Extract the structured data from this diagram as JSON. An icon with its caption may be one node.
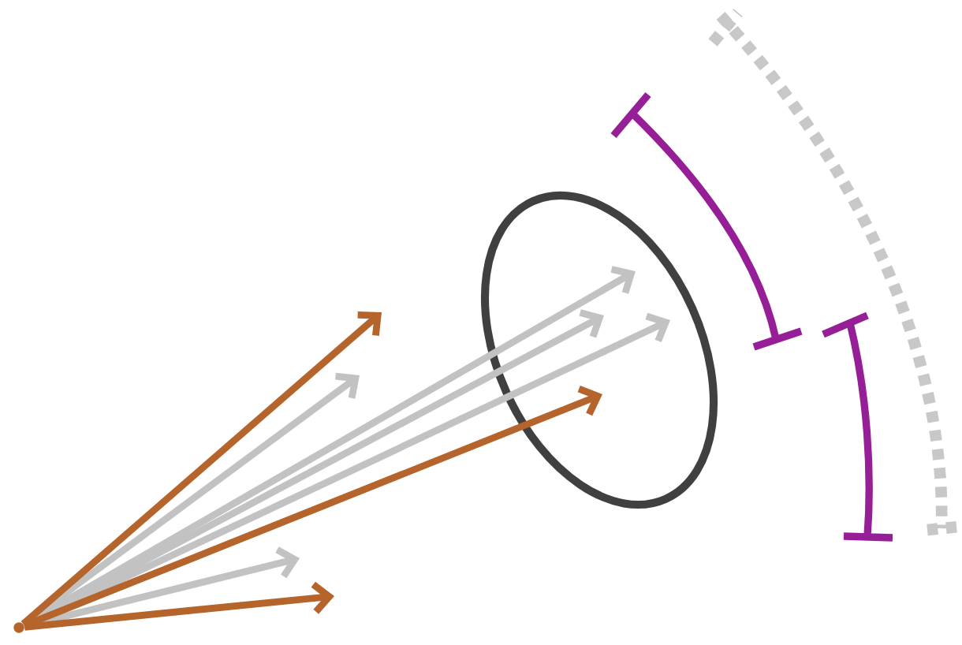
{
  "diagram": {
    "nodes": [
      {
        "text": [],
        "shape": "point"
      },
      {
        "text": [],
        "shape": "ellipse"
      }
    ],
    "edges": [
      {
        "from": 0,
        "to": null,
        "arrow": "to"
      },
      {
        "from": 0,
        "to": 1,
        "arrow": "to"
      },
      {
        "from": 0,
        "to": 1,
        "arrow": "to"
      },
      {
        "from": 0,
        "to": 1,
        "arrow": "to"
      },
      {
        "from": 0,
        "to": null,
        "arrow": "to"
      },
      {
        "from": 0,
        "to": null,
        "arrow": "to",
        "color": "#b5652b"
      },
      {
        "from": 0,
        "to": 1,
        "arrow": "to",
        "color": "#b5652b"
      },
      {
        "from": 0,
        "to": null,
        "arrow": "to",
        "color": "#b5652b"
      }
    ]
  }
}
